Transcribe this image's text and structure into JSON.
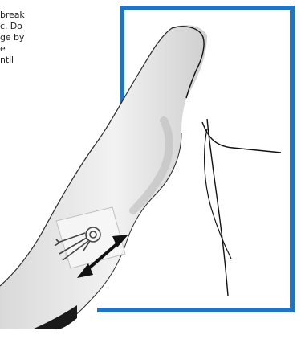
{
  "caption": {
    "lines": "break\nc. Do\nge by\ne\nntil"
  },
  "colors": {
    "frame": "#1f74c6",
    "skin_fill": "#ececec",
    "outline": "#111111",
    "arrow": "#111111"
  },
  "icons": {
    "frame": "blue-rectangle-frame",
    "arm": "arm-illustration",
    "catheter": "iv-catheter-icon",
    "arrow": "double-headed-arrow-icon"
  }
}
